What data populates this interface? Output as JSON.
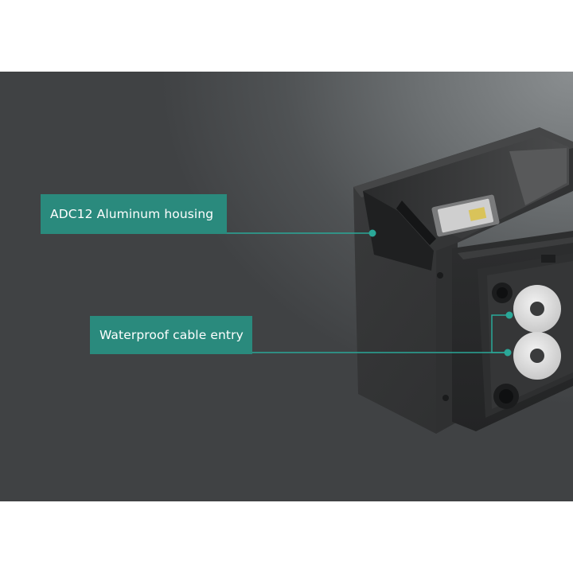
{
  "image": {
    "subject": "black-aluminum-wall-light",
    "background_colors": [
      "#404244",
      "#8a8e90"
    ],
    "accent_color": "#2a8a7d"
  },
  "callouts": [
    {
      "label": "ADC12 Aluminum housing"
    },
    {
      "label": "Waterproof cable entry"
    }
  ]
}
